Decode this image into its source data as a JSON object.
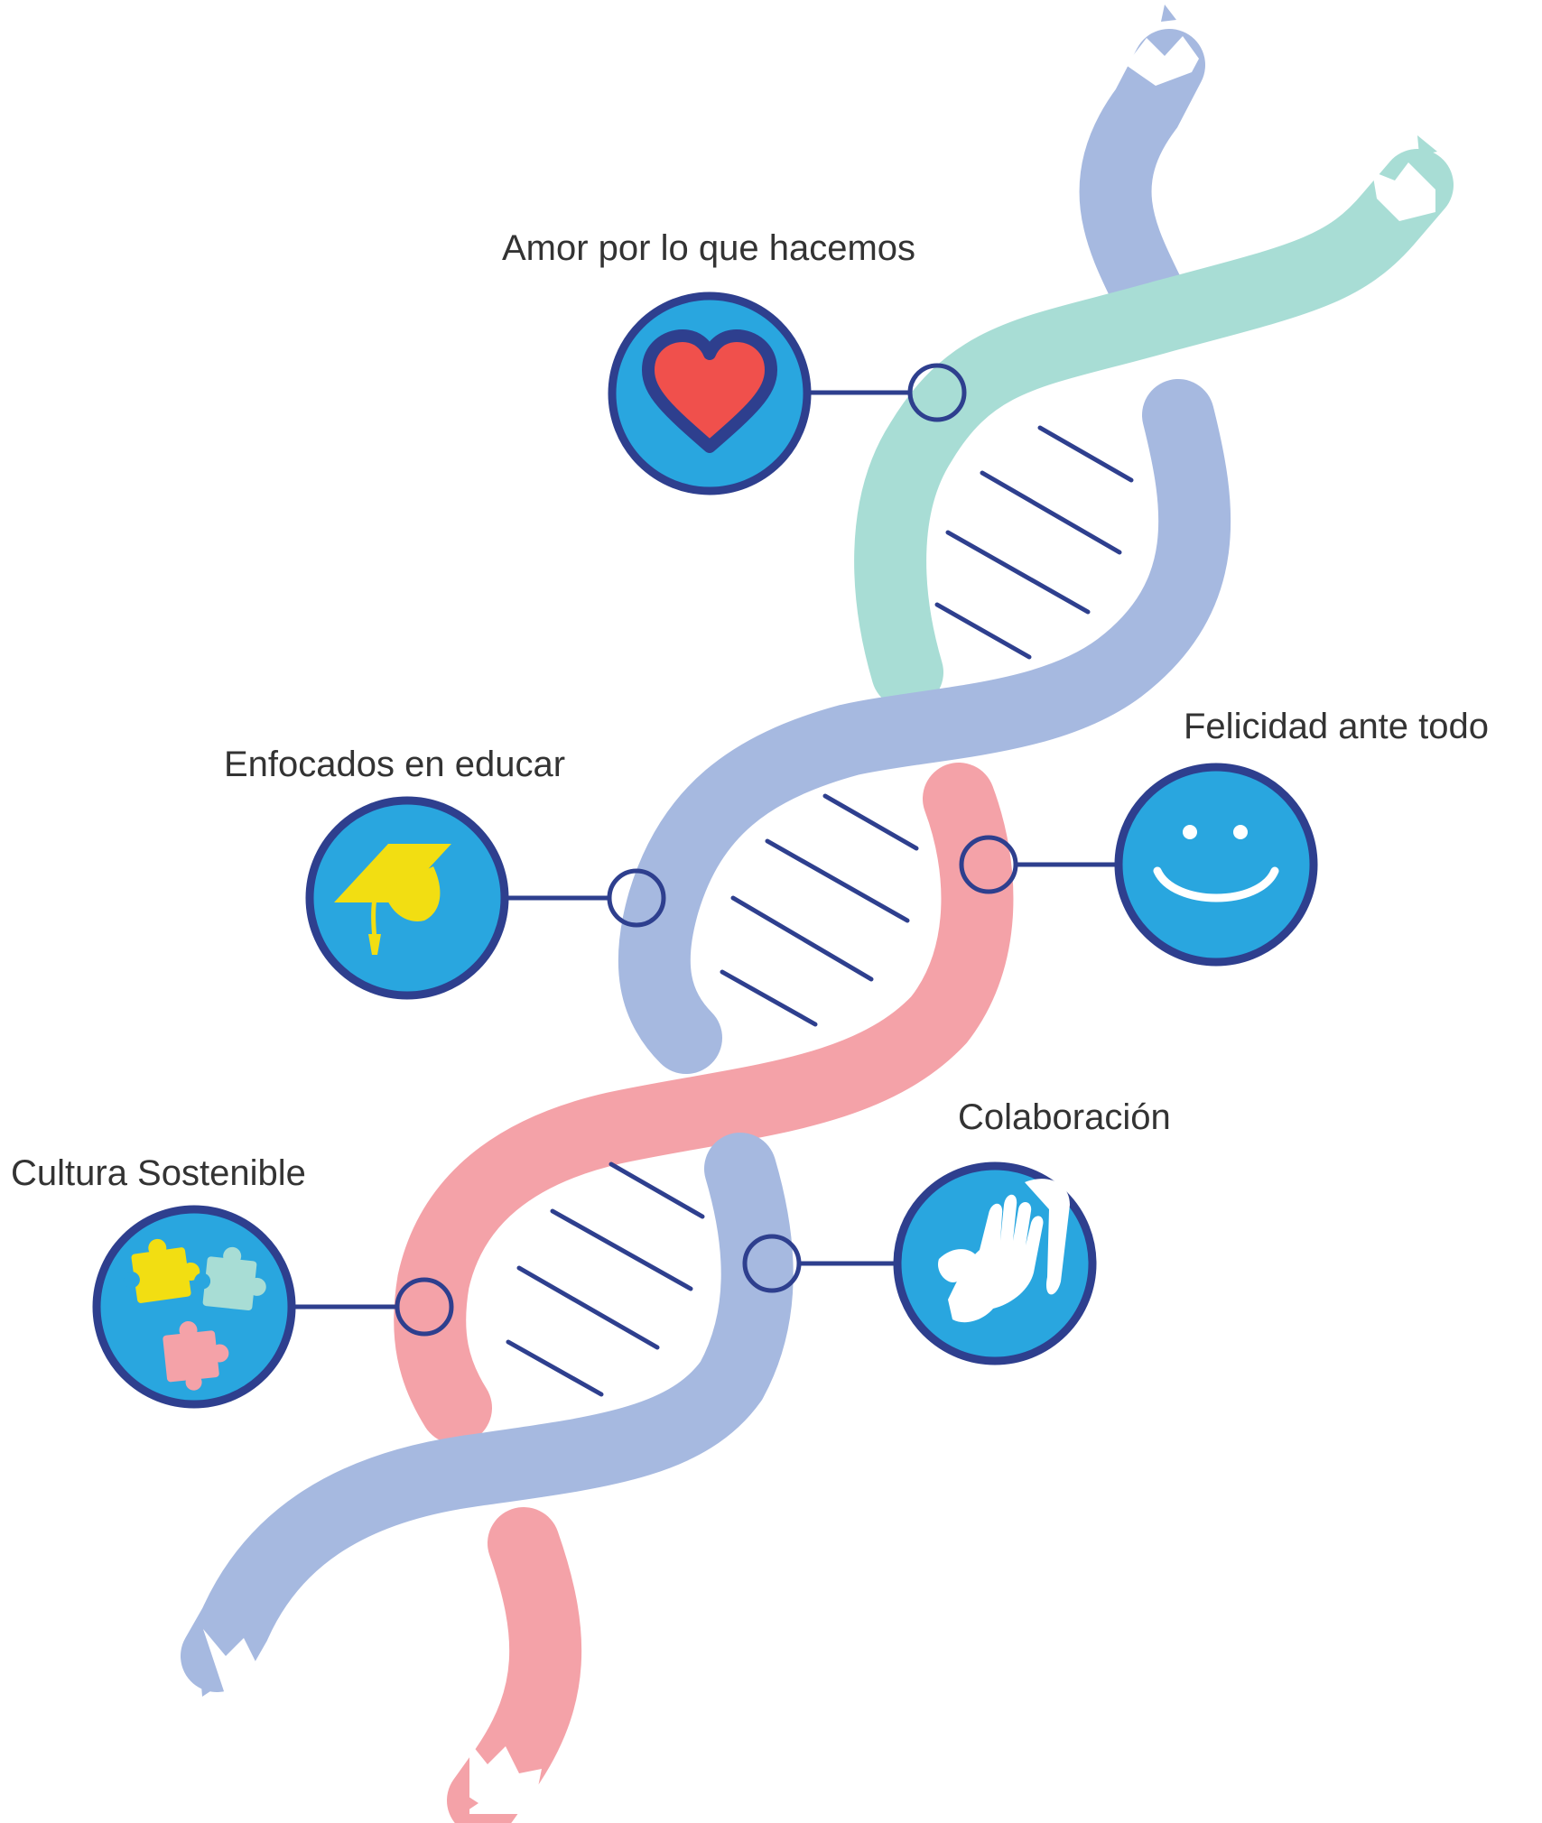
{
  "colors": {
    "strand_blue": "#A6B9E0",
    "strand_green": "#A8DDD5",
    "strand_pink": "#F4A2A8",
    "navy": "#2E3F8E",
    "circle_fill": "#29A6DF",
    "heart": "#F0504C",
    "cap": "#F2DE12",
    "puzzle_yellow": "#F2DE12",
    "puzzle_mint": "#A8DDD5",
    "puzzle_pink": "#F4A2A8",
    "white": "#FFFFFF",
    "text": "#333333"
  },
  "values": [
    {
      "label": "Amor por lo que hacemos",
      "icon": "heart-icon"
    },
    {
      "label": "Enfocados en educar",
      "icon": "graduation-cap-icon"
    },
    {
      "label": "Felicidad ante todo",
      "icon": "smiley-icon"
    },
    {
      "label": "Colaboración",
      "icon": "hands-icon"
    },
    {
      "label": "Cultura Sostenible",
      "icon": "puzzle-icon"
    }
  ]
}
